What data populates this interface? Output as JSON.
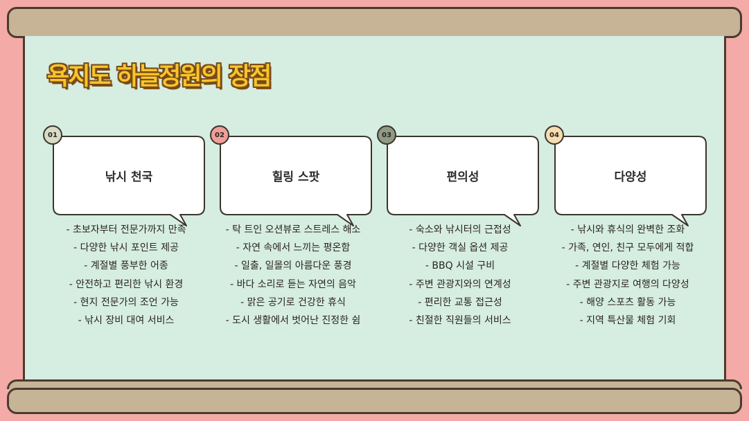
{
  "title": "욕지도 하늘정원의 장점",
  "cards": [
    {
      "number": "01",
      "heading": "낚시 천국",
      "badge_color": "#d9dcc4",
      "items": [
        "- 초보자부터 전문가까지 만족",
        "- 다양한 낚시 포인트 제공",
        "- 계절별 풍부한 어종",
        "- 안전하고 편리한 낚시 환경",
        "- 현지 전문가의 조언 가능",
        "- 낚시 장비 대여 서비스"
      ]
    },
    {
      "number": "02",
      "heading": "힐링 스팟",
      "badge_color": "#ef9e99",
      "items": [
        "- 탁 트인 오션뷰로 스트레스 해소",
        "- 자연 속에서 느끼는 평온함",
        "- 일출, 일몰의 아름다운 풍경",
        "- 바다 소리로 듣는 자연의 음악",
        "- 맑은 공기로 건강한 휴식",
        "- 도시 생활에서 벗어난 진정한 쉼"
      ]
    },
    {
      "number": "03",
      "heading": "편의성",
      "badge_color": "#8f9a84",
      "items": [
        "- 숙소와 낚시터의 근접성",
        "- 다양한 객실 옵션 제공",
        "- BBQ 시설 구비",
        "- 주변 관광지와의 연계성",
        "- 편리한 교통 접근성",
        "- 친절한 직원들의 서비스"
      ]
    },
    {
      "number": "04",
      "heading": "다양성",
      "badge_color": "#f6ddb0",
      "items": [
        "- 낚시와 휴식의 완벽한 조화",
        "- 가족, 연인, 친구 모두에게 적합",
        "- 계절별 다양한 체험 가능",
        "- 주변 관광지로 여행의 다양성",
        "- 해양 스포츠 활동 가능",
        "- 지역 특산물 체험 기회"
      ]
    }
  ]
}
